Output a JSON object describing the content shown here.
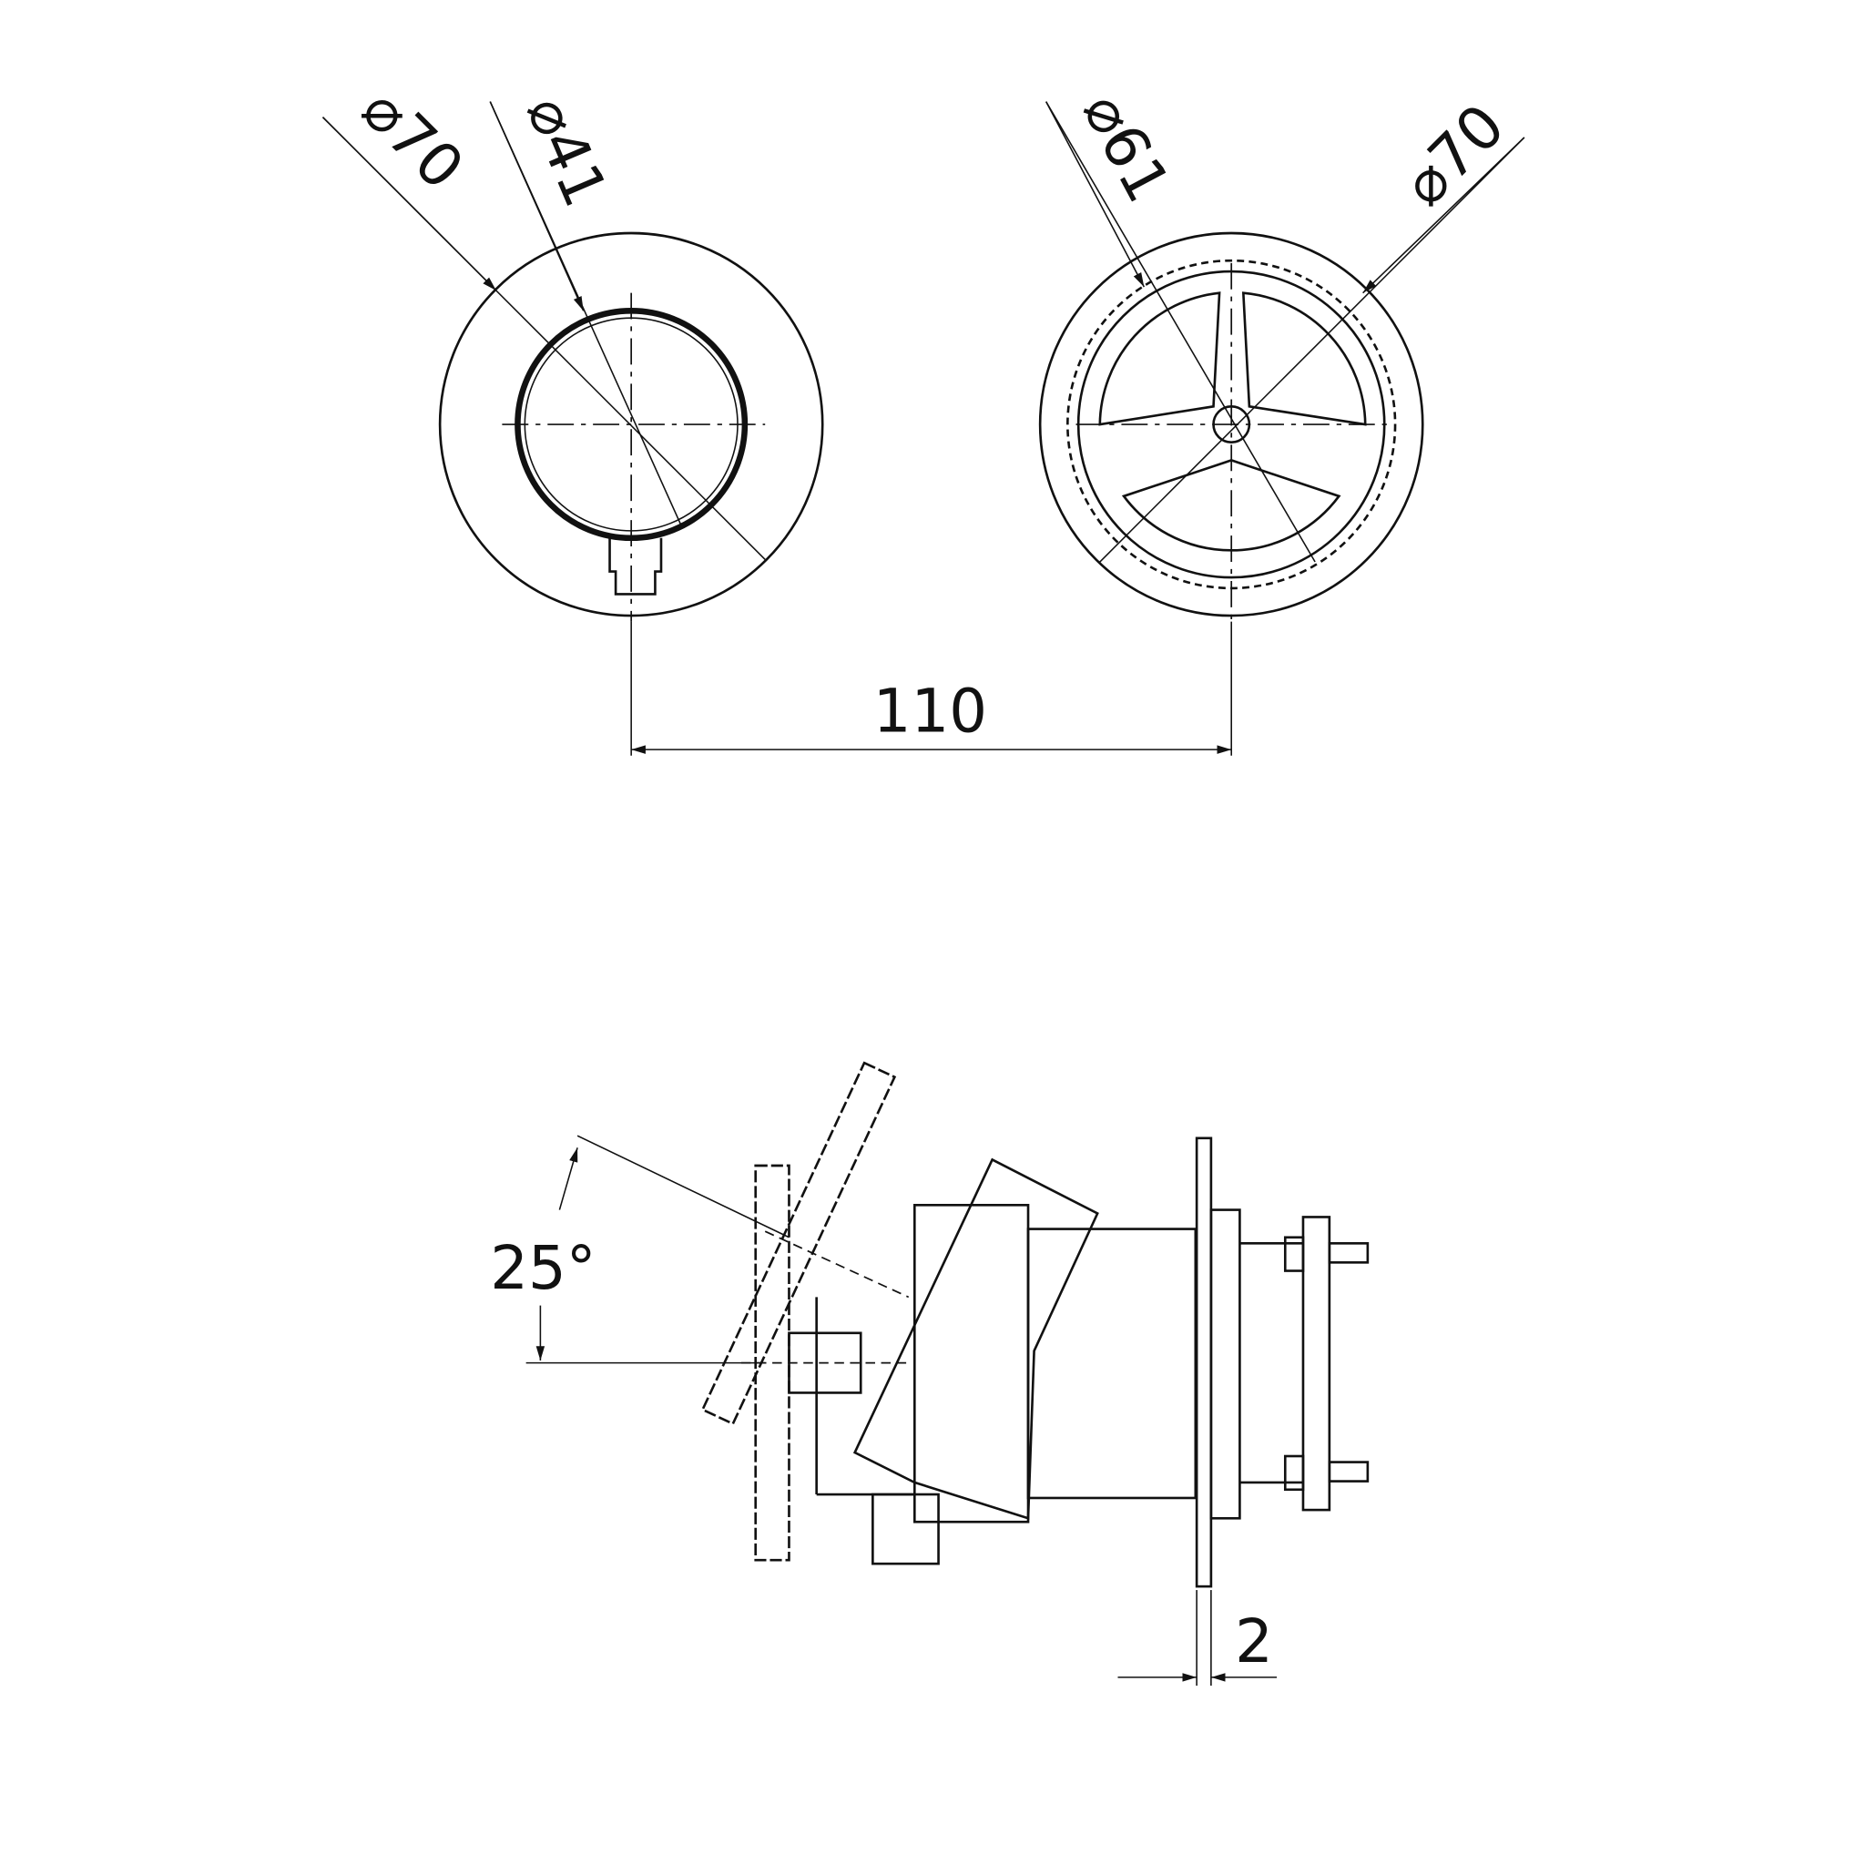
{
  "dimensions": {
    "left_outer_diameter": "⌀70",
    "left_inner_diameter": "⌀41",
    "right_gear_diameter": "⌀61",
    "right_outer_diameter": "⌀70",
    "center_distance": "110",
    "tilt_angle": "25°",
    "plate_thickness": "2"
  }
}
